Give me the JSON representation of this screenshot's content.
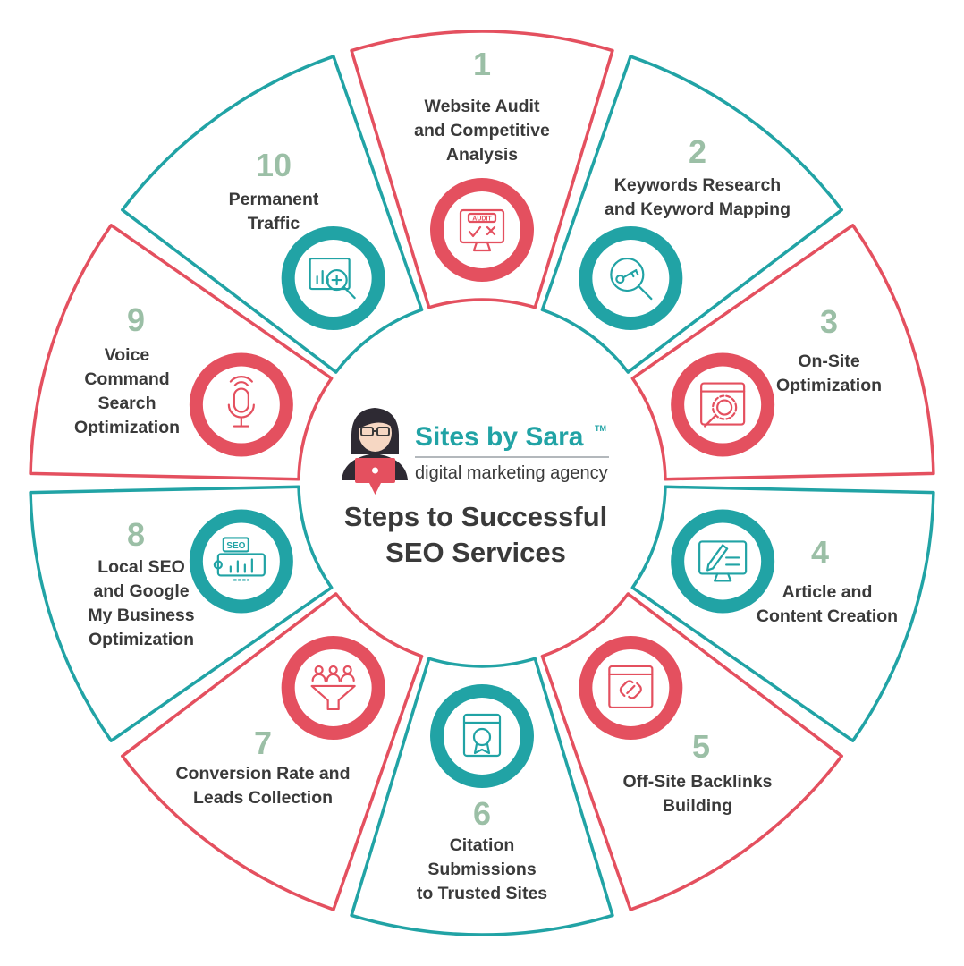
{
  "brand": {
    "name": "Sites by Sara",
    "trademark": "TM",
    "tagline": "digital marketing agency"
  },
  "center_title": [
    "Steps to Successful",
    "SEO Services"
  ],
  "colors": {
    "red": "#e4505f",
    "teal": "#21a3a5",
    "number": "#9bbfa6",
    "text": "#3a3a3a"
  },
  "steps": [
    {
      "number": "1",
      "title_lines": [
        "Website Audit",
        "and Competitive",
        "Analysis"
      ],
      "icon": "audit-monitor-icon",
      "color": "red"
    },
    {
      "number": "2",
      "title_lines": [
        "Keywords Research",
        "and Keyword Mapping"
      ],
      "icon": "key-magnifier-icon",
      "color": "teal"
    },
    {
      "number": "3",
      "title_lines": [
        "On-Site",
        "Optimization"
      ],
      "icon": "gear-search-window-icon",
      "color": "red"
    },
    {
      "number": "4",
      "title_lines": [
        "Article and",
        "Content Creation"
      ],
      "icon": "pencil-monitor-icon",
      "color": "teal"
    },
    {
      "number": "5",
      "title_lines": [
        "Off-Site Backlinks",
        "Building"
      ],
      "icon": "link-window-icon",
      "color": "red"
    },
    {
      "number": "6",
      "title_lines": [
        "Citation",
        "Submissions",
        "to Trusted Sites"
      ],
      "icon": "certificate-badge-icon",
      "color": "teal"
    },
    {
      "number": "7",
      "title_lines": [
        "Conversion Rate and",
        "Leads Collection"
      ],
      "icon": "people-funnel-icon",
      "color": "red"
    },
    {
      "number": "8",
      "title_lines": [
        "Local SEO",
        "and Google",
        "My Business",
        "Optimization"
      ],
      "icon": "seo-analytics-icon",
      "color": "teal"
    },
    {
      "number": "9",
      "title_lines": [
        "Voice",
        "Command",
        "Search",
        "Optimization"
      ],
      "icon": "microphone-icon",
      "color": "red"
    },
    {
      "number": "10",
      "title_lines": [
        "Permanent",
        "Traffic"
      ],
      "icon": "traffic-chart-magnifier-icon",
      "color": "teal"
    }
  ]
}
